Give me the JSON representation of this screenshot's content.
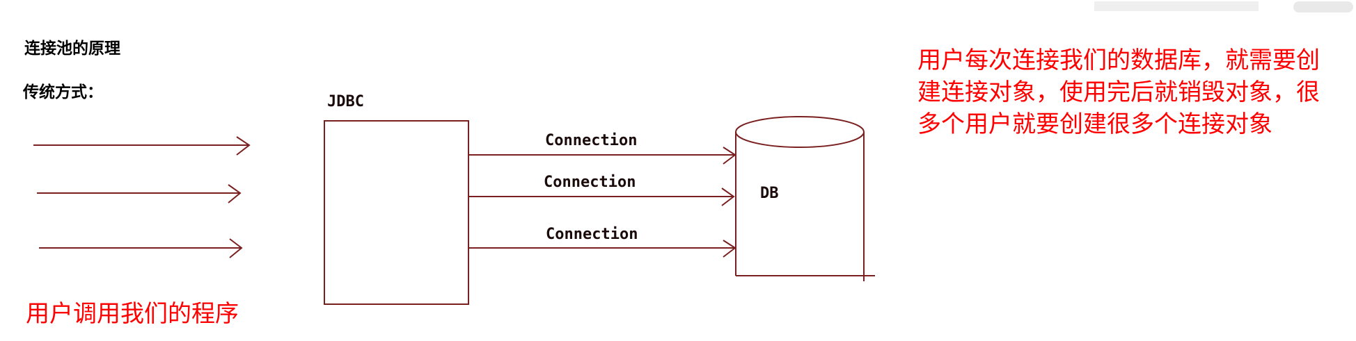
{
  "title": "连接池的原理",
  "subtitle": "传统方式：",
  "jdbc_label": "JDBC",
  "connection_labels": [
    "Connection",
    "Connection",
    "Connection"
  ],
  "db_label": "DB",
  "user_caption": "用户调用我们的程序",
  "note_lines": [
    "用户每次连接我们的数据库，就需要创",
    "建连接对象，使用完后就销毁对象，很",
    "多个用户就要创建很多个连接对象"
  ],
  "colors": {
    "line": "#7a1f1f",
    "note": "#ff0000",
    "text": "#000000"
  }
}
